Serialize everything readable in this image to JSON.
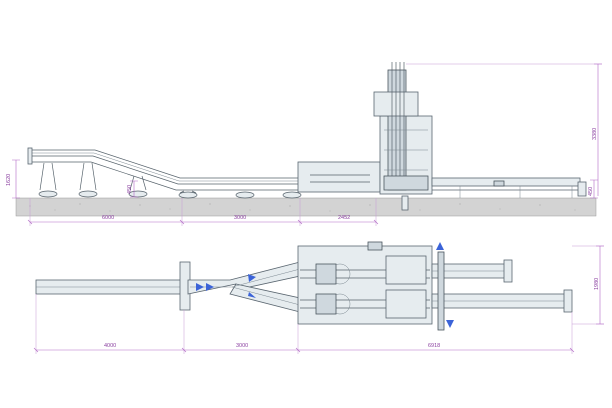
{
  "dimensions": {
    "side_view": {
      "height_left": "1620",
      "ramp_height": "450",
      "height_right": "450",
      "total_height": "3380",
      "segment_1": "6000",
      "segment_2": "3000",
      "segment_3": "2452"
    },
    "top_view": {
      "segment_1": "4000",
      "segment_2": "3000",
      "segment_3": "6918",
      "width_right": "1980"
    }
  },
  "colors": {
    "dimension": "#8a3fa0",
    "frame": "#5a6670",
    "flow_arrow": "#3b63d8",
    "floor": "#c9c9c9"
  }
}
